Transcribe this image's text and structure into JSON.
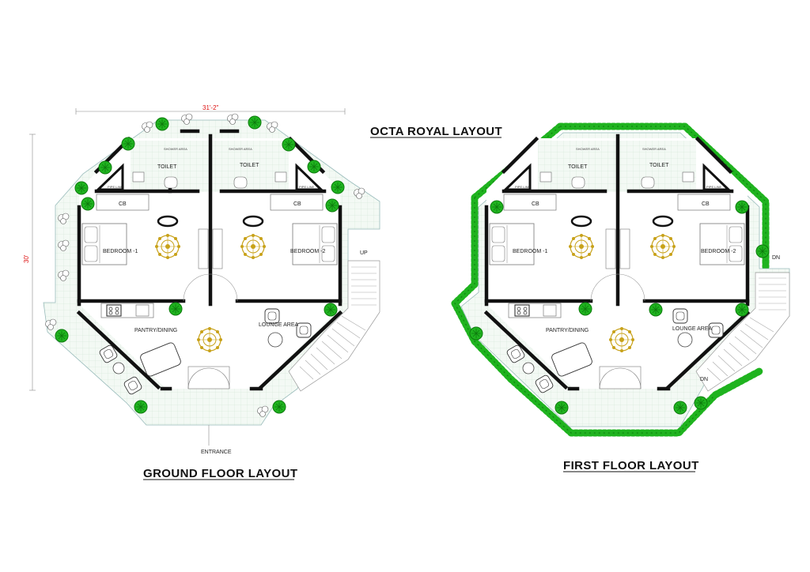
{
  "title": "OCTA ROYAL LAYOUT",
  "dimensions": {
    "width": "31'-2\"",
    "height": "30'"
  },
  "ground_floor": {
    "title": "GROUND FLOOR LAYOUT",
    "labels": {
      "shower_area_1": "SHOWER AREA",
      "shower_area_2": "SHOWER AREA",
      "toilet_1": "TOILET",
      "toilet_2": "TOILET",
      "pipe_line_1": "PIPE LINE",
      "pipe_line_2": "PIPE LINE",
      "cb_1": "CB",
      "cb_2": "CB",
      "bedroom_1": "BEDROOM -1",
      "bedroom_2": "BEDROOM -2",
      "pantry": "PANTRY/DINING",
      "lounge": "LOUNGE AREA",
      "up": "UP",
      "entrance": "ENTRANCE"
    }
  },
  "first_floor": {
    "title": "FIRST FLOOR LAYOUT",
    "labels": {
      "shower_area_1": "SHOWER AREA",
      "shower_area_2": "SHOWER AREA",
      "toilet_1": "TOILET",
      "toilet_2": "TOILET",
      "pipe_line_1": "PIPE LINE",
      "pipe_line_2": "PIPE LINE",
      "cb_1": "CB",
      "cb_2": "CB",
      "bedroom_1": "BEDROOM -1",
      "bedroom_2": "BEDROOM -2",
      "pantry": "PANTRY/DINING",
      "lounge": "LOUNGE AREA",
      "dn_1": "DN",
      "dn_2": "DN"
    }
  },
  "colors": {
    "wall": "#111111",
    "plant": "#1fb31f",
    "plant_dark": "#0d7a0d",
    "floor": "#eef6ef",
    "chandelier": "#c8a21a",
    "dimension": "#d11111"
  }
}
